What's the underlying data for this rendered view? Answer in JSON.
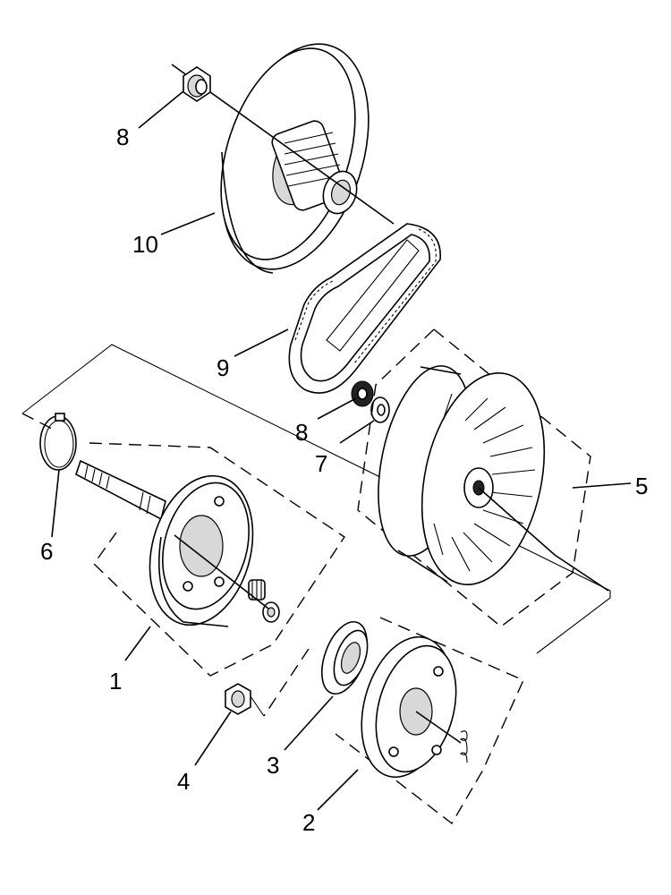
{
  "labels": {
    "p1": "1",
    "p2": "2",
    "p3": "3",
    "p4": "4",
    "p5": "5",
    "p6": "6",
    "p7": "7",
    "p8_top": "8",
    "p8_mid": "8",
    "p9": "9",
    "p10": "10"
  },
  "colors": {
    "line": "#000000",
    "background": "#ffffff"
  }
}
